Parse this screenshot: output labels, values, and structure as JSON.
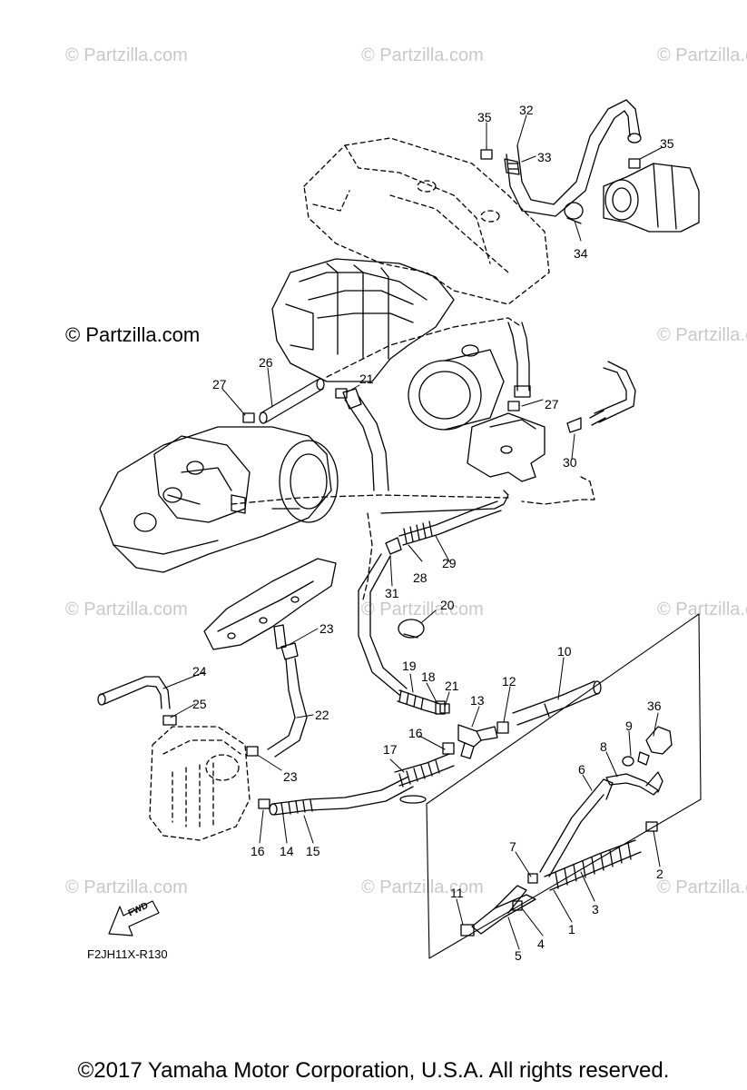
{
  "watermark_text": "© Partzilla.com",
  "watermark_prominent": "© Partzilla.com",
  "diagram_code": "F2JH11X-R130",
  "fwd_label": "FWD",
  "footer": "©2017  Yamaha Motor Corporation, U.S.A. All rights reserved.",
  "callouts": {
    "c1": "1",
    "c2": "2",
    "c3": "3",
    "c4": "4",
    "c5": "5",
    "c6": "6",
    "c7": "7",
    "c8": "8",
    "c9": "9",
    "c10": "10",
    "c11": "11",
    "c12": "12",
    "c13": "13",
    "c14": "14",
    "c15": "15",
    "c16a": "16",
    "c16b": "16",
    "c17": "17",
    "c18": "18",
    "c19": "19",
    "c20": "20",
    "c21a": "21",
    "c21b": "21",
    "c22": "22",
    "c23a": "23",
    "c23b": "23",
    "c24": "24",
    "c25": "25",
    "c26": "26",
    "c27a": "27",
    "c27b": "27",
    "c28": "28",
    "c29": "29",
    "c30": "30",
    "c31": "31",
    "c32": "32",
    "c33": "33",
    "c34": "34",
    "c35a": "35",
    "c35b": "35",
    "c36": "36"
  },
  "colors": {
    "line": "#000000",
    "watermark": "#c9c9c9",
    "background": "#ffffff"
  }
}
